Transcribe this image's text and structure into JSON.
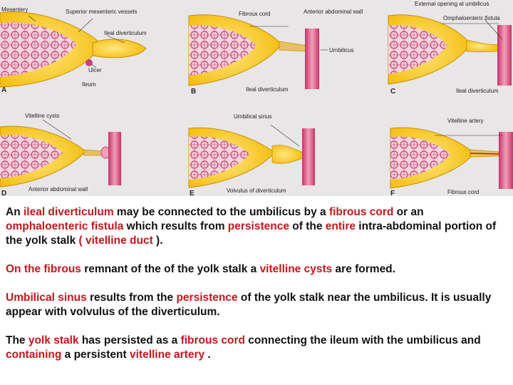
{
  "figure": {
    "labels": {
      "mesentery": "Mesentery",
      "superior_mesenteric_vessels": "Superior mesenteric vessels",
      "ileal_diverticulum_a": "Ileal diverticulum",
      "ulcer": "Ulcer",
      "ileum": "Ileum",
      "fibrous_cord_b": "Fibrous cord",
      "anterior_abdominal_wall_b": "Anterior abdominal wall",
      "umbilicus": "Umbilicus",
      "ileal_diverticulum_b": "Ileal diverticulum",
      "external_opening": "External opening at umbilicus",
      "omphaloenteric_fistula": "Omphaloenteric fistula",
      "ileal_diverticulum_c": "Ileal diverticulum",
      "vitelline_cysts": "Vitelline cysts",
      "anterior_abdominal_wall_d": "Anterior abdominal wall",
      "umbilical_sinus": "Umbilical sinus",
      "volvulus": "Volvulus of diverticulum",
      "vitelline_artery": "Vitelline artery",
      "fibrous_cord_f": "Fibrous cord"
    },
    "panel_letters": [
      "A",
      "B",
      "C",
      "D",
      "E",
      "F"
    ]
  },
  "paragraphs": [
    [
      {
        "t": "An ",
        "h": false
      },
      {
        "t": "ileal diverticulum",
        "h": true
      },
      {
        "t": " may be connected to the umbilicus by a ",
        "h": false
      },
      {
        "t": "fibrous cord",
        "h": true
      },
      {
        "t": " or an ",
        "h": false
      },
      {
        "t": "omphaloenteric fistula",
        "h": true
      },
      {
        "t": " which results from ",
        "h": false
      },
      {
        "t": "persistence",
        "h": true
      },
      {
        "t": " of the ",
        "h": false
      },
      {
        "t": "entire",
        "h": true
      },
      {
        "t": " intra-abdominal portion of the yolk stalk ",
        "h": false
      },
      {
        "t": "( vitelline duct",
        "h": true
      },
      {
        "t": " ).",
        "h": false
      }
    ],
    [
      {
        "t": "On the fibrous",
        "h": true
      },
      {
        "t": " remnant of the of the yolk stalk a ",
        "h": false
      },
      {
        "t": "vitelline cysts",
        "h": true
      },
      {
        "t": " are formed.",
        "h": false
      }
    ],
    [
      {
        "t": "Umbilical sinus",
        "h": true
      },
      {
        "t": " results from the ",
        "h": false
      },
      {
        "t": "persistence",
        "h": true
      },
      {
        "t": " of the yolk stalk near the umbilicus. It is usually appear with volvulus of the diverticulum.",
        "h": false
      }
    ],
    [
      {
        "t": "The ",
        "h": false
      },
      {
        "t": "yolk stalk",
        "h": true
      },
      {
        "t": " has persisted as a ",
        "h": false
      },
      {
        "t": "fibrous cord",
        "h": true
      },
      {
        "t": " connecting the ileum with the umbilicus and ",
        "h": false
      },
      {
        "t": "containing",
        "h": true
      },
      {
        "t": " a persistent ",
        "h": false
      },
      {
        "t": "vitelline artery",
        "h": true
      },
      {
        "t": " .",
        "h": false
      }
    ]
  ]
}
